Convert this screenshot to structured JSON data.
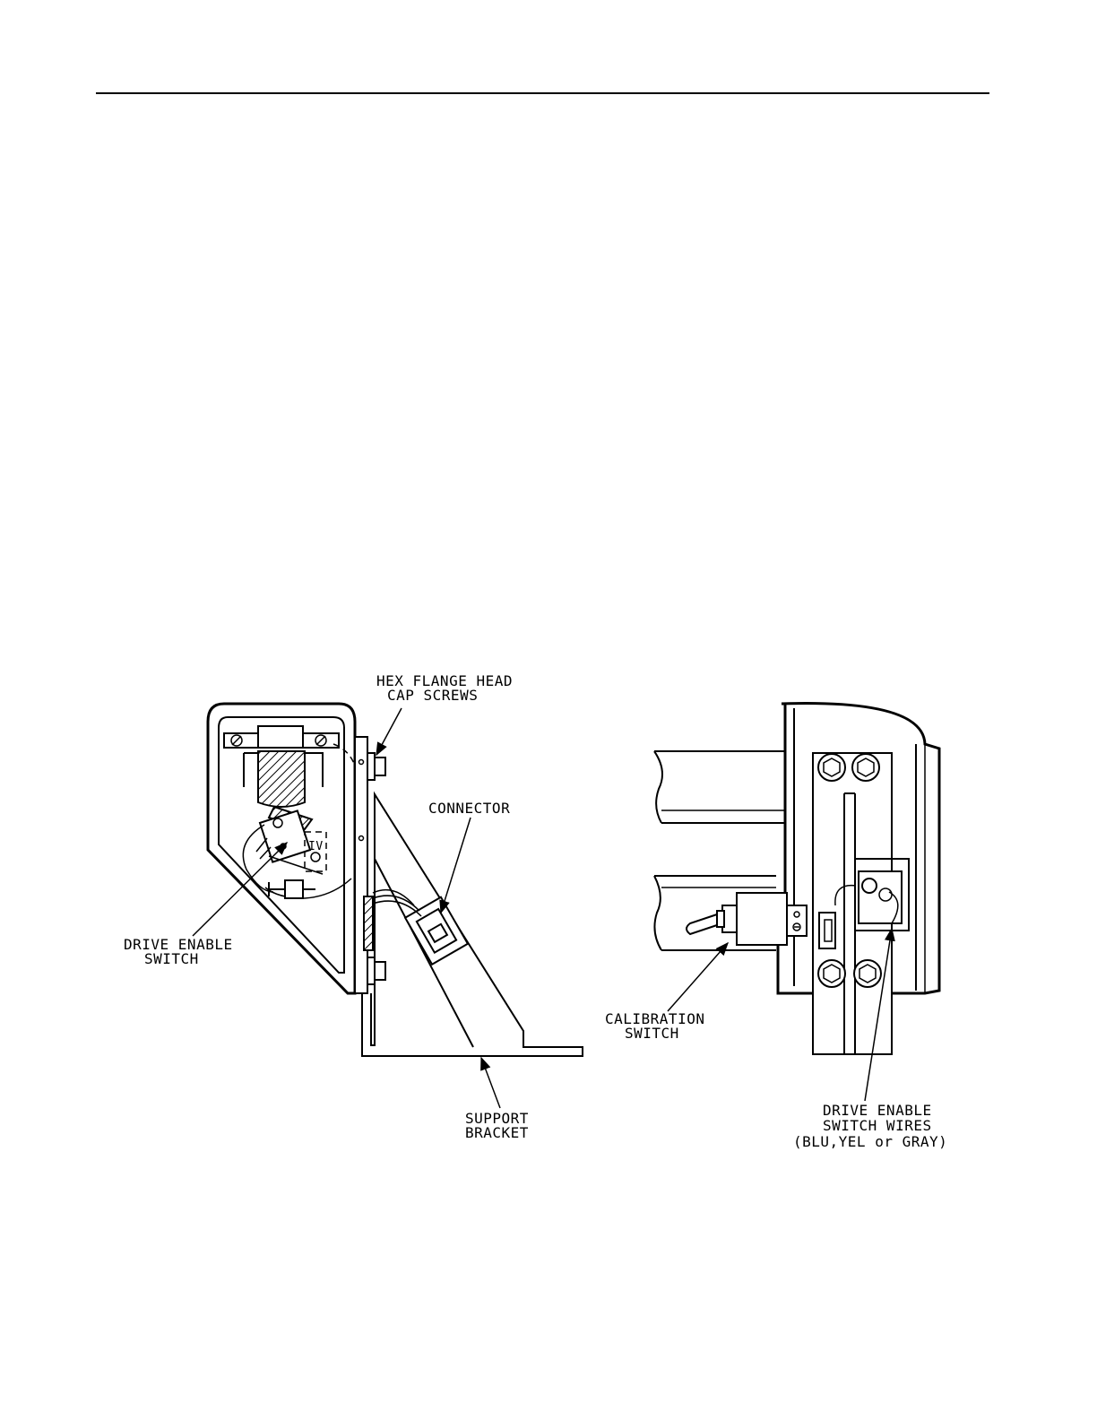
{
  "labels": {
    "hex_flange_1": "HEX FLANGE HEAD",
    "hex_flange_2": "CAP SCREWS",
    "connector": "CONNECTOR",
    "drive_enable_1": "DRIVE ENABLE",
    "drive_enable_2": "SWITCH",
    "support_1": "SUPPORT",
    "support_2": "BRACKET",
    "calibration_1": "CALIBRATION",
    "calibration_2": "SWITCH",
    "wires_1": "DRIVE ENABLE",
    "wires_2": "SWITCH WIRES",
    "wires_3": "(BLU,YEL or GRAY)"
  },
  "icons": {
    "left_view": "drive-enable-switch-assembly-side-view",
    "right_view": "calibration-switch-assembly-view"
  }
}
